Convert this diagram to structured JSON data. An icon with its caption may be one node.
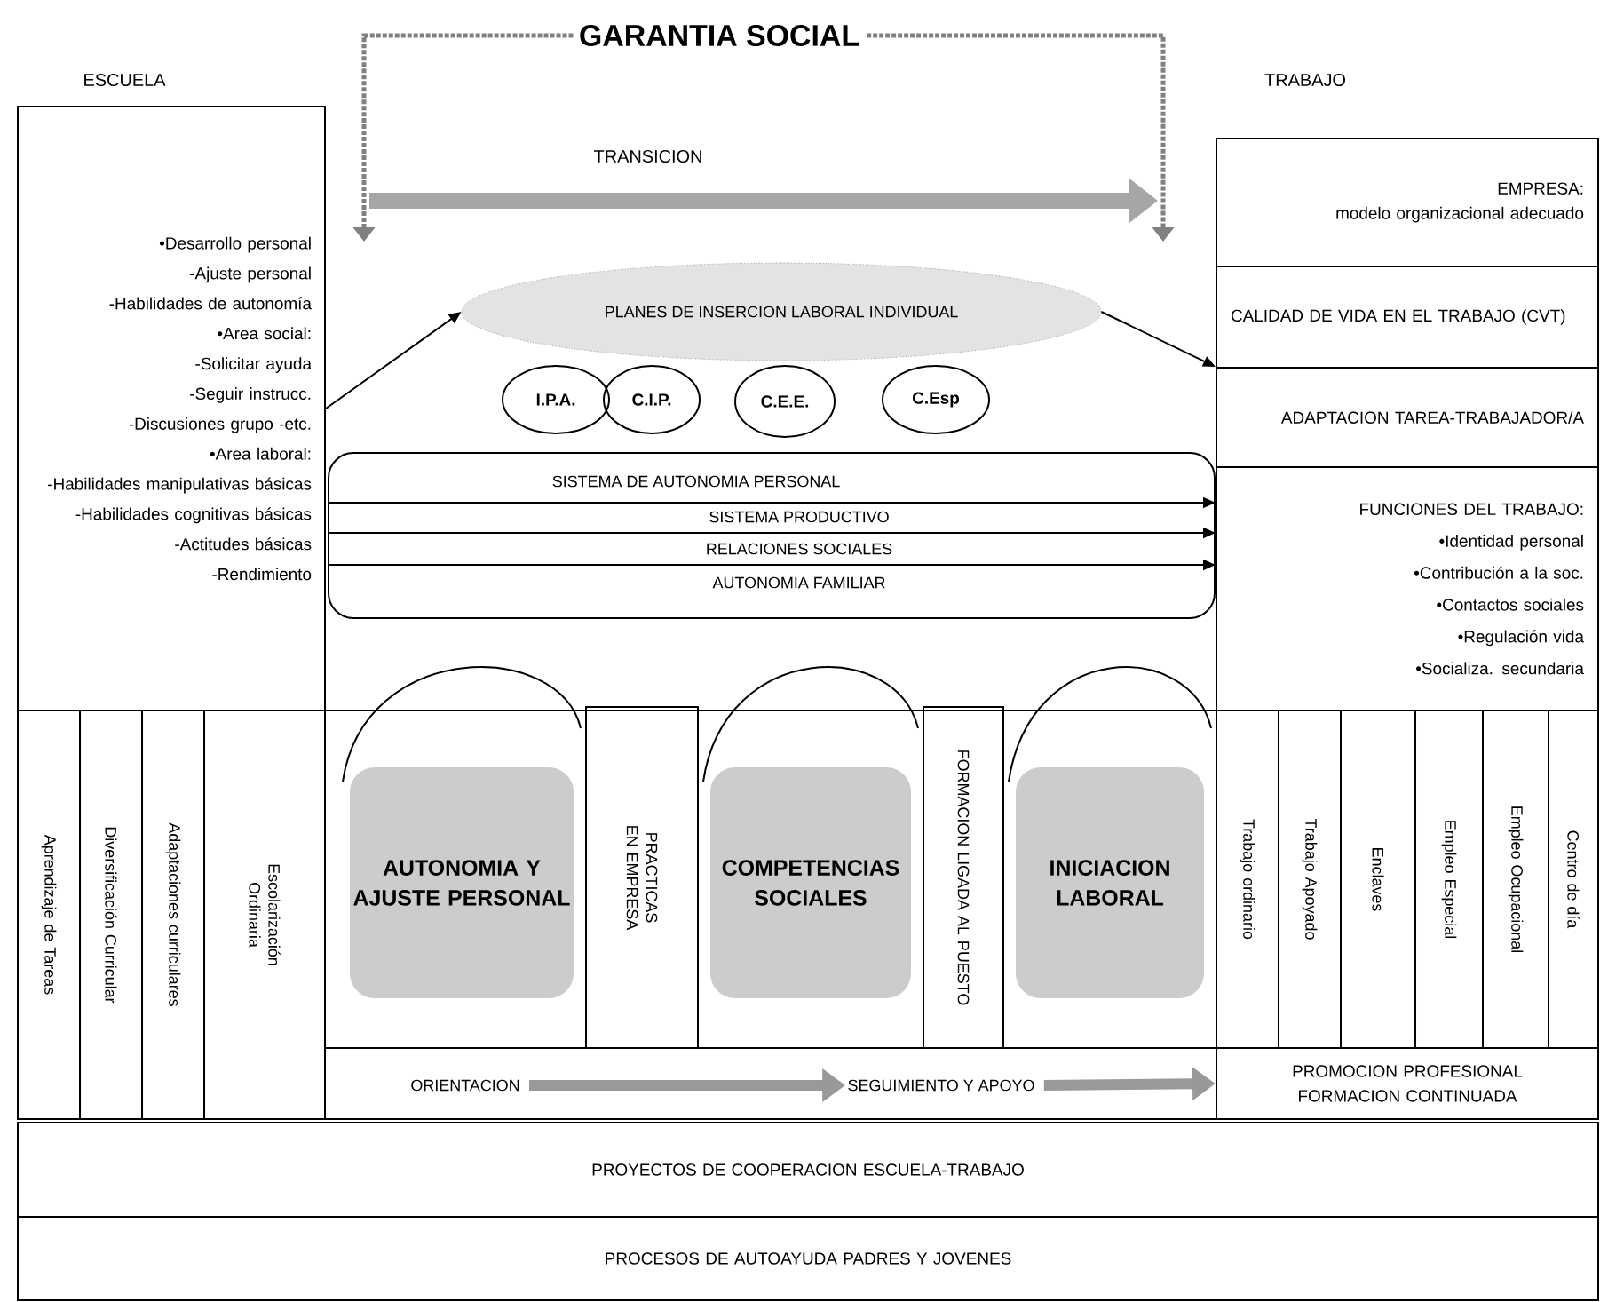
{
  "diagram": {
    "title": "GARANTIA SOCIAL",
    "nodes": [
      {
        "text": [
          "ESCUELA",
          "•Desarrollo personal",
          "-Ajuste personal",
          "-Habilidades de autonomía",
          "•Area social:",
          "-Solicitar ayuda",
          "-Seguir instrucc.",
          "-Discusiones grupo -etc.",
          "•Area laboral:",
          "-Habilidades manipulativas básicas",
          "-Habilidades cognitivas básicas",
          "-Actitudes básicas",
          "-Rendimiento"
        ]
      },
      {
        "text": [
          "PLANES DE INSERCION LABORAL INDIVIDUAL"
        ]
      },
      {
        "text": [
          "I.P.A."
        ]
      },
      {
        "text": [
          "C.I.P."
        ]
      },
      {
        "text": [
          "C.E.E."
        ]
      },
      {
        "text": [
          "C.Esp"
        ]
      },
      {
        "text": [
          "SISTEMA DE AUTONOMIA PERSONAL",
          "SISTEMA PRODUCTIVO",
          "RELACIONES SOCIALES",
          "AUTONOMIA FAMILIAR"
        ]
      },
      {
        "text": [
          "TRABAJO"
        ]
      },
      {
        "text": [
          "EMPRESA:",
          "modelo organizacional adecuado"
        ],
        "in": 7
      },
      {
        "text": [
          "CALIDAD DE VIDA EN EL TRABAJO (CVT)"
        ],
        "in": 7
      },
      {
        "text": [
          "ADAPTACION TAREA-TRABAJADOR/A"
        ],
        "in": 7
      },
      {
        "text": [
          "FUNCIONES DEL TRABAJO:",
          "•Identidad personal",
          "•Contribución a la soc.",
          "•Contactos sociales",
          "•Regulación vida",
          "•Socializa. secundaria"
        ],
        "in": 7
      },
      {
        "text": [
          "Aprendizaje de Tareas"
        ]
      },
      {
        "text": [
          "Diversificación Curricular"
        ]
      },
      {
        "text": [
          "Adaptaciones curriculares"
        ]
      },
      {
        "text": [
          "Escolarización Ordinaria"
        ]
      },
      {
        "text": [
          "AUTONOMIA Y AJUSTE PERSONAL"
        ]
      },
      {
        "text": [
          "PRACTICAS EN EMPRESA"
        ]
      },
      {
        "text": [
          "COMPETENCIAS SOCIALES"
        ]
      },
      {
        "text": [
          "FORMACION LIGADA AL PUESTO"
        ]
      },
      {
        "text": [
          "INICIACION LABORAL"
        ]
      },
      {
        "text": [
          "Trabajo ordinario"
        ]
      },
      {
        "text": [
          "Trabajo Apoyado"
        ]
      },
      {
        "text": [
          "Enclaves"
        ]
      },
      {
        "text": [
          "Empleo Especial"
        ]
      },
      {
        "text": [
          "Empleo Ocupacional"
        ]
      },
      {
        "text": [
          "Centro de día"
        ]
      },
      {
        "text": [],
        "shape": "box"
      },
      {
        "text": [
          "ORIENTACION"
        ],
        "in": 27
      },
      {
        "text": [
          "SEGUIMIENTO Y APOYO"
        ],
        "in": 27
      },
      {
        "text": [
          "PROMOCION PROFESIONAL FORMACION CONTINUADA"
        ]
      },
      {
        "text": [
          "PROYECTOS DE COOPERACION ESCUELA-TRABAJO"
        ]
      },
      {
        "text": [
          "PROCESOS DE AUTOAYUDA PADRES Y JOVENES"
        ]
      }
    ],
    "edges": [
      {
        "from": 0,
        "to": 1,
        "arrow": "to"
      },
      {
        "from": 1,
        "to": 10,
        "arrow": "to"
      },
      {
        "from": 6,
        "to": 11,
        "arrow": "to"
      },
      {
        "from": 6,
        "to": 11,
        "arrow": "to"
      },
      {
        "from": 6,
        "to": 11,
        "arrow": "to"
      },
      {
        "from": 28,
        "to": 29,
        "arrow": "to",
        "style": "thick",
        "color": "#999999"
      },
      {
        "from": 29,
        "to": 30,
        "arrow": "to",
        "style": "thick",
        "color": "#999999"
      }
    ],
    "labels": [
      "TRANSICION"
    ]
  }
}
